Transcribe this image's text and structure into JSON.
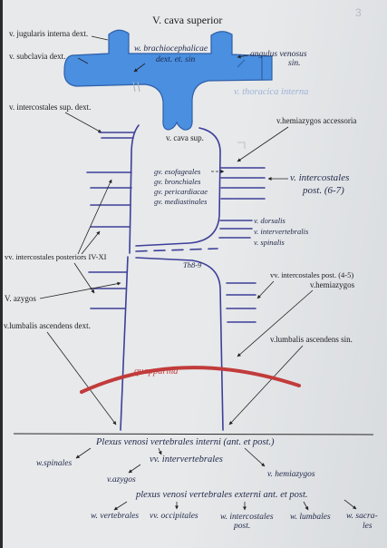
{
  "page_number": "3",
  "title": "V. cava superior",
  "labels": {
    "jugularis": "v. jugularis interna dext.",
    "subclavia": "v. subclavia dext.",
    "brachiocephalicae_line1": "w. brachiocephalicae",
    "brachiocephalicae_line2": "dext. et. sin",
    "angulus_line1": "angulus venosus",
    "angulus_line2": "sin.",
    "thoracica": "v. thoracica interna",
    "cava_sup": "v. cava sup.",
    "intercostales_sup": "v. intercostales sup. dext.",
    "hemiazygos_accessoria": "v.hemiazygos accessoria",
    "esofageales": "gv. esofageales",
    "bronchiales": "gv. bronchiales",
    "pericardiacae": "gv. pericardiacae",
    "mediastinales": "gv. mediastinales",
    "intercostales_67_line1": "v. intercostales",
    "intercostales_67_line2": "post. (6-7)",
    "dorsalis": "v. dorsalis",
    "intervertebralis": "v. intervertebralis",
    "spinalis": "v. spinalis",
    "intercostales_iv_xi": "vv. intercostales posteriors IV-XI",
    "th_level": "Th8-9",
    "intercostales_45": "vv. intercostales post. (4-5)",
    "hemiazygos": "v.hemiazygos",
    "azygos": "V. azygos",
    "lumbalis_dext": "v.lumbalis ascendens dext.",
    "lumbalis_sin": "v.lumbalis ascendens sin.",
    "red_arc_label": "quapparma"
  },
  "notes": {
    "plexus_interni": "Plexus venosi vertebrales interni (ant. et post.)",
    "spinales": "w.spinales",
    "intervertebrales": "vv. intervertebrales",
    "hemiazygos": "v. hemiazygos",
    "azygos": "v.azygos",
    "plexus_externi": "plexus venosi vertebrales externi ant. et post.",
    "vertebrales": "w. vertebrales",
    "occipitales": "vv. occipitales",
    "intercostales_line1": "w. intercostales",
    "intercostales_line2": "post.",
    "lumbales": "w. lumbales",
    "sacrales_line1": "w. sacra-",
    "sacrales_line2": "les"
  },
  "colors": {
    "paper": "#e7e9eb",
    "ink": "#1b1b1f",
    "pen": "#1f2747",
    "vessel": "#4a8fe0",
    "vessel_outline": "#3d3f98",
    "red": "#c23b3b"
  }
}
